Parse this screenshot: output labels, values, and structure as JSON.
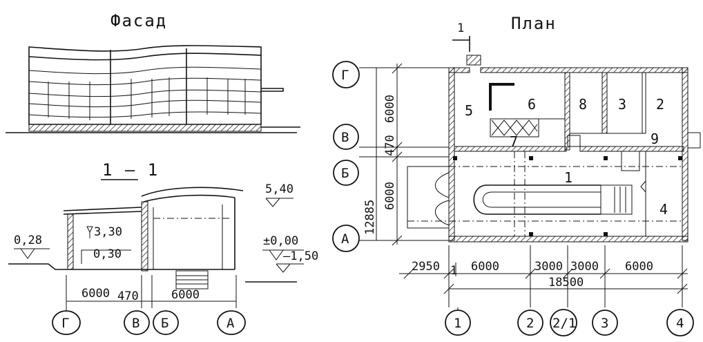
{
  "facade": {
    "title": "Фасад"
  },
  "plan": {
    "title": "План",
    "section_marker": "1",
    "rooms": [
      "5",
      "6",
      "8",
      "3",
      "2",
      "7",
      "9",
      "1",
      "4"
    ],
    "row_axes": [
      "Г",
      "В",
      "Б",
      "А"
    ],
    "col_axes": [
      "1",
      "2",
      "2/1",
      "3",
      "4"
    ],
    "vertical_dims": [
      "6000",
      "470",
      "6000",
      "12885"
    ],
    "bottom_dims": [
      "2950",
      "1",
      "6000",
      "3000",
      "3000",
      "6000"
    ],
    "total_dim": "18500"
  },
  "section": {
    "title": "1 – 1",
    "levels": [
      "5,40",
      "3,30",
      "0,30",
      "0,28",
      "±0,00",
      "–1,50"
    ],
    "dims": [
      "6000",
      "470",
      "6000"
    ],
    "axes": [
      "Г",
      "В",
      "Б",
      "А"
    ]
  }
}
